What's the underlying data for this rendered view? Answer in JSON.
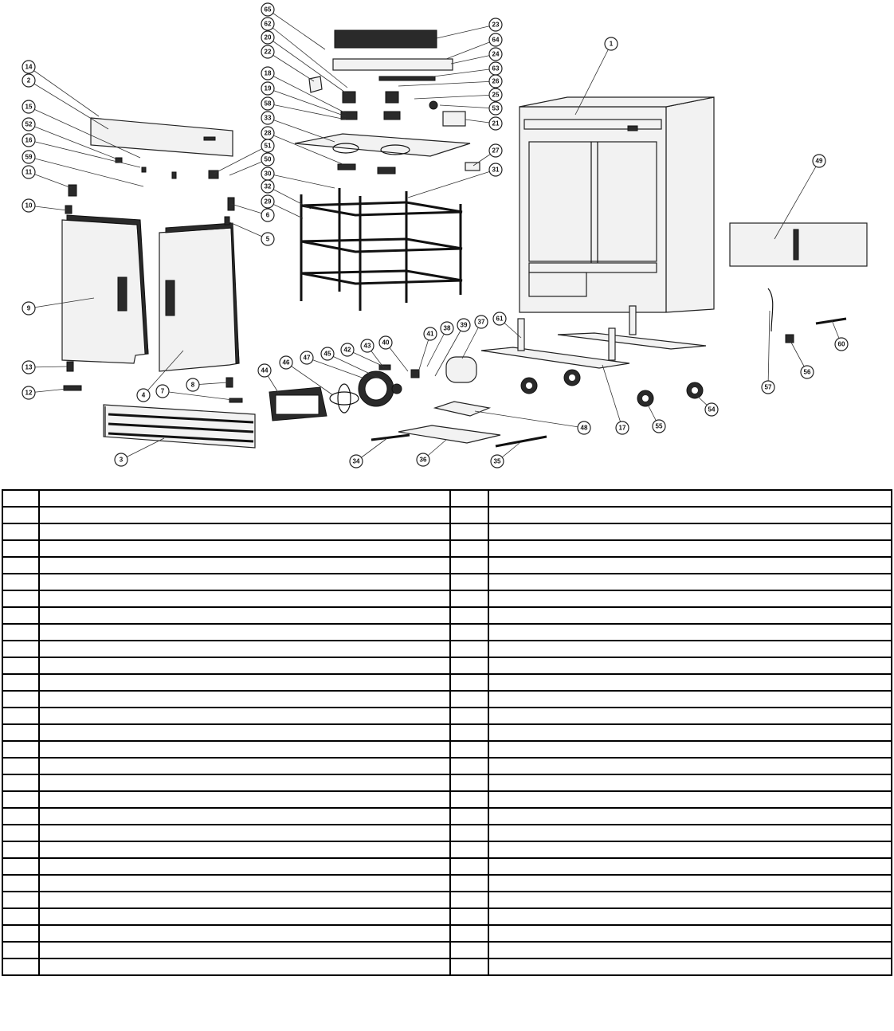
{
  "diagram": {
    "callouts": [
      "65",
      "62",
      "20",
      "22",
      "18",
      "19",
      "58",
      "33",
      "28",
      "30",
      "32",
      "29",
      "23",
      "64",
      "24",
      "63",
      "26",
      "25",
      "53",
      "21",
      "27",
      "31",
      "1",
      "14",
      "2",
      "15",
      "52",
      "16",
      "59",
      "11",
      "10",
      "9",
      "13",
      "12",
      "6",
      "5",
      "4",
      "8",
      "7",
      "3",
      "51",
      "50",
      "49",
      "44",
      "46",
      "47",
      "45",
      "42",
      "43",
      "40",
      "41",
      "38",
      "39",
      "37",
      "61",
      "17",
      "48",
      "34",
      "36",
      "35",
      "55",
      "54",
      "57",
      "56",
      "60"
    ]
  },
  "parts_table": {
    "row_count": 29,
    "columns": 4,
    "rows": [
      [
        "",
        "",
        "",
        ""
      ],
      [
        "",
        "",
        "",
        ""
      ],
      [
        "",
        "",
        "",
        ""
      ],
      [
        "",
        "",
        "",
        ""
      ],
      [
        "",
        "",
        "",
        ""
      ],
      [
        "",
        "",
        "",
        ""
      ],
      [
        "",
        "",
        "",
        ""
      ],
      [
        "",
        "",
        "",
        ""
      ],
      [
        "",
        "",
        "",
        ""
      ],
      [
        "",
        "",
        "",
        ""
      ],
      [
        "",
        "",
        "",
        ""
      ],
      [
        "",
        "",
        "",
        ""
      ],
      [
        "",
        "",
        "",
        ""
      ],
      [
        "",
        "",
        "",
        ""
      ],
      [
        "",
        "",
        "",
        ""
      ],
      [
        "",
        "",
        "",
        ""
      ],
      [
        "",
        "",
        "",
        ""
      ],
      [
        "",
        "",
        "",
        ""
      ],
      [
        "",
        "",
        "",
        ""
      ],
      [
        "",
        "",
        "",
        ""
      ],
      [
        "",
        "",
        "",
        ""
      ],
      [
        "",
        "",
        "",
        ""
      ],
      [
        "",
        "",
        "",
        ""
      ],
      [
        "",
        "",
        "",
        ""
      ],
      [
        "",
        "",
        "",
        ""
      ],
      [
        "",
        "",
        "",
        ""
      ],
      [
        "",
        "",
        "",
        ""
      ],
      [
        "",
        "",
        "",
        ""
      ],
      [
        "",
        "",
        "",
        ""
      ]
    ]
  }
}
